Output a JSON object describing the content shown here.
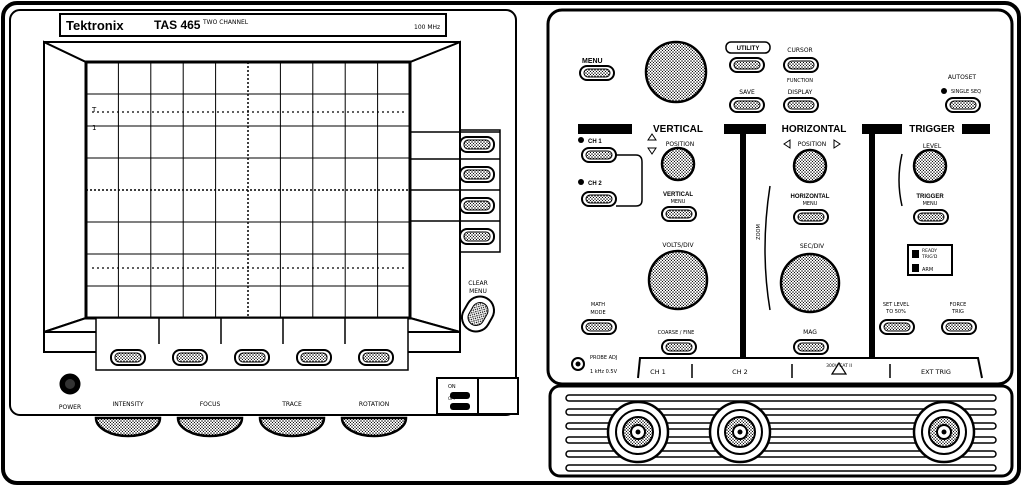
{
  "brand": {
    "logo": "Tektronix",
    "model": "TAS 465",
    "subtitle": "TWO CHANNEL",
    "badge": "100 MHz"
  },
  "colors": {
    "ink": "#000000",
    "panel": "#ffffff"
  },
  "display": {
    "left_ref_marks": [
      "T",
      "1"
    ]
  },
  "menu": {
    "label": "MENU"
  },
  "utility": {
    "label": "UTILITY"
  },
  "cursor": {
    "label": "CURSOR",
    "sublabel": "FUNCTION"
  },
  "save": {
    "label": "SAVE"
  },
  "display_mode": {
    "label": "DISPLAY"
  },
  "autoset": {
    "label": "AUTOSET"
  },
  "single": {
    "line1": "SINGLE",
    "line2": "SEQ"
  },
  "vertical": {
    "header": "VERTICAL",
    "ch1": "CH 1",
    "ch2": "CH 2",
    "position": "POSITION",
    "menu_line1": "VERTICAL",
    "menu_line2": "MENU",
    "volts_div": "VOLTS/DIV",
    "math": "MATH",
    "mode": "MODE",
    "coarse_fine": "COARSE / FINE"
  },
  "horizontal": {
    "header": "HORIZONTAL",
    "position": "POSITION",
    "menu_line1": "HORIZONTAL",
    "menu_line2": "MENU",
    "sec_div": "SEC/DIV",
    "mag": "MAG",
    "side": "ZOOM"
  },
  "trigger": {
    "header": "TRIGGER",
    "level": "LEVEL",
    "menu_line1": "TRIGGER",
    "menu_line2": "MENU",
    "ready_line1": "READY",
    "ready_line2": "TRIG'D",
    "arm": "ARM",
    "set_level_line1": "SET LEVEL",
    "set_level_line2": "TO 50%",
    "force_line1": "FORCE",
    "force_line2": "TRIG"
  },
  "connectors": {
    "probe_line1": "PROBE ADJ",
    "probe_line2": "1 kHz 0.5V",
    "labels": [
      "CH 1",
      "CH 2",
      "300V CAT II",
      "EXT TRIG"
    ]
  },
  "bottom_knobs": [
    "INTENSITY",
    "FOCUS",
    "TRACE",
    "ROTATION"
  ],
  "power": {
    "label": "POWER"
  },
  "clear_menu": {
    "line1": "CLEAR",
    "line2": "MENU"
  },
  "floppy": {
    "line1": "ON",
    "line2": "OFF"
  }
}
